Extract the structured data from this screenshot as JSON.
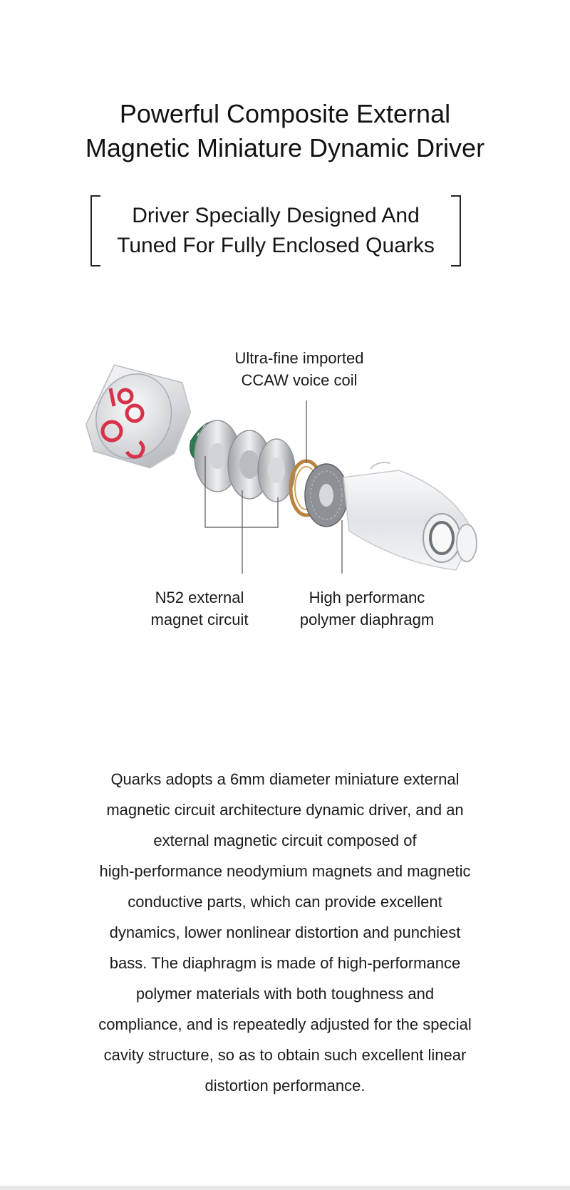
{
  "headline": {
    "line1": "Powerful Composite External",
    "line2": "Magnetic Miniature Dynamic Driver"
  },
  "subheadline": {
    "line1": "Driver Specially Designed And",
    "line2": "Tuned For Fully Enclosed Quarks"
  },
  "diagram": {
    "callouts": {
      "voice_coil": {
        "line1": "Ultra-fine imported",
        "line2": "CCAW voice coil"
      },
      "magnet": {
        "line1": "N52 external",
        "line2": "magnet circuit"
      },
      "diaphragm": {
        "line1": "High performanc",
        "line2": "polymer diaphragm"
      }
    },
    "colors": {
      "shell_accent": "#d8324a",
      "pcb_green": "#2f7a4e",
      "copper_coil": "#b9843c"
    }
  },
  "description": {
    "lines": [
      "Quarks adopts a 6mm diameter miniature external",
      "magnetic circuit architecture dynamic driver, and an",
      "external magnetic circuit composed of",
      "high-performance neodymium magnets and magnetic",
      "conductive parts, which can provide excellent",
      "dynamics, lower nonlinear distortion and punchiest",
      "bass. The diaphragm is made of high-performance",
      "polymer materials with both toughness and",
      "compliance, and is repeatedly adjusted for the special",
      "cavity structure, so as to obtain such excellent linear",
      "distortion performance."
    ]
  }
}
